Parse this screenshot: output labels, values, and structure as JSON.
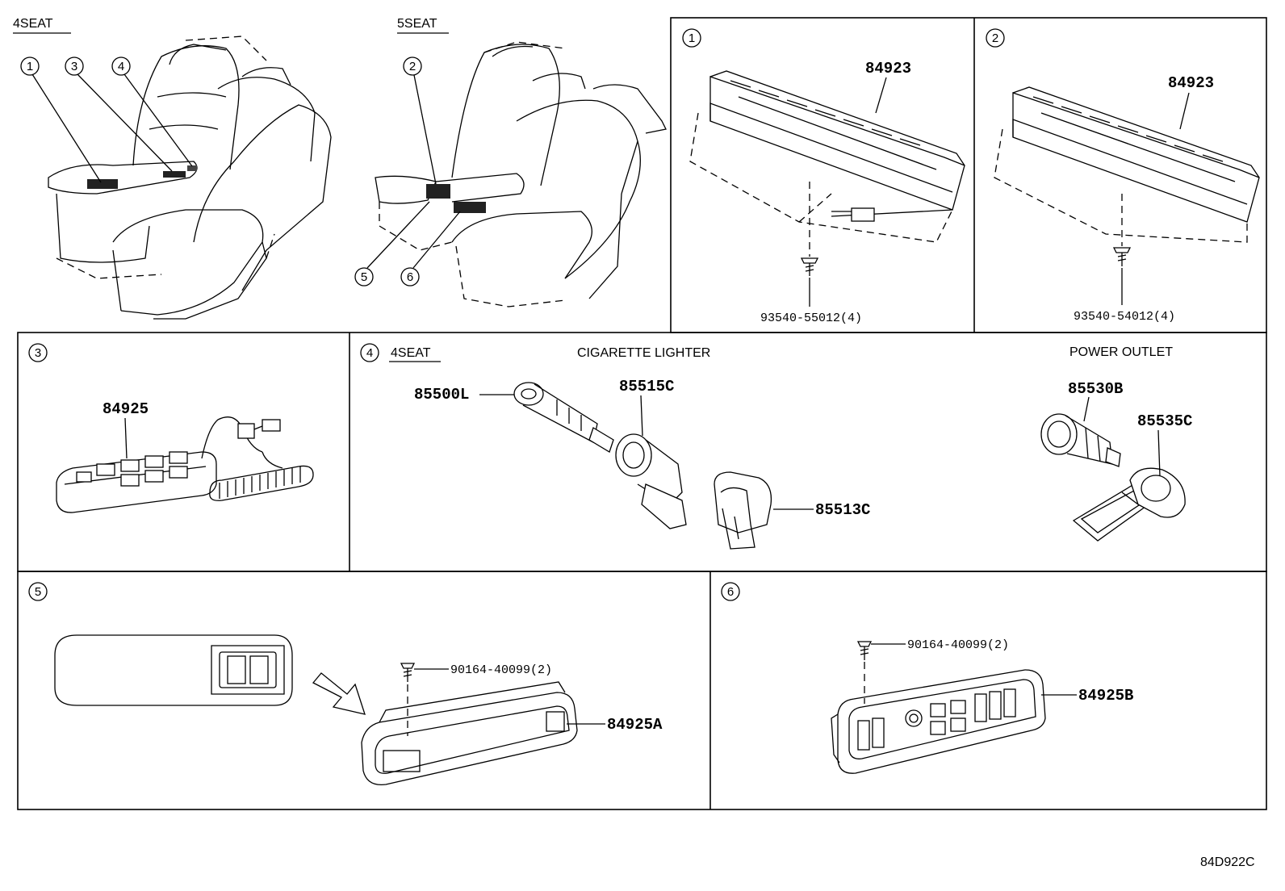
{
  "top": {
    "seat4_label": "4SEAT",
    "seat5_label": "5SEAT",
    "seat4_callouts": [
      "1",
      "3",
      "4"
    ],
    "seat5_callouts": [
      "2",
      "5",
      "6"
    ]
  },
  "panels": {
    "p1": {
      "number": "1",
      "part": "84923",
      "screw": "93540-55012(4)"
    },
    "p2": {
      "number": "2",
      "part": "84923",
      "screw": "93540-54012(4)"
    },
    "p3": {
      "number": "3",
      "part": "84925"
    },
    "p4": {
      "number": "4",
      "seat_label": "4SEAT",
      "cigarette_title": "CIGARETTE LIGHTER",
      "power_title": "POWER OUTLET",
      "parts": [
        "85500L",
        "85515C",
        "85513C",
        "85530B",
        "85535C"
      ]
    },
    "p5": {
      "number": "5",
      "screw": "90164-40099(2)",
      "part": "84925A"
    },
    "p6": {
      "number": "6",
      "screw": "90164-40099(2)",
      "part": "84925B"
    }
  },
  "diagram_code": "84D922C",
  "icons": [
    "circle-number",
    "screw-icon",
    "arrow-icon"
  ]
}
